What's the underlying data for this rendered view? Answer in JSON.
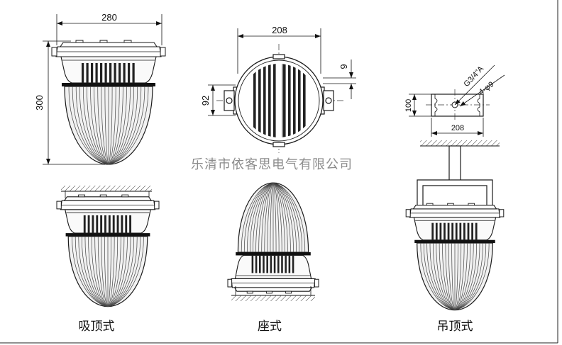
{
  "top_view": {
    "width_dim": "280",
    "height_dim": "300"
  },
  "plan_view": {
    "width_dim": "208",
    "gap_dim": "9",
    "height_dim": "92"
  },
  "mount_plan": {
    "thread_label": "G3/4\"A",
    "holes_label": "4-φ9",
    "height_dim": "100",
    "width_dim": "208"
  },
  "company": "乐清市依客思电气有限公司",
  "labels": {
    "ceiling": "吸顶式",
    "base": "座式",
    "pendant": "吊顶式"
  }
}
